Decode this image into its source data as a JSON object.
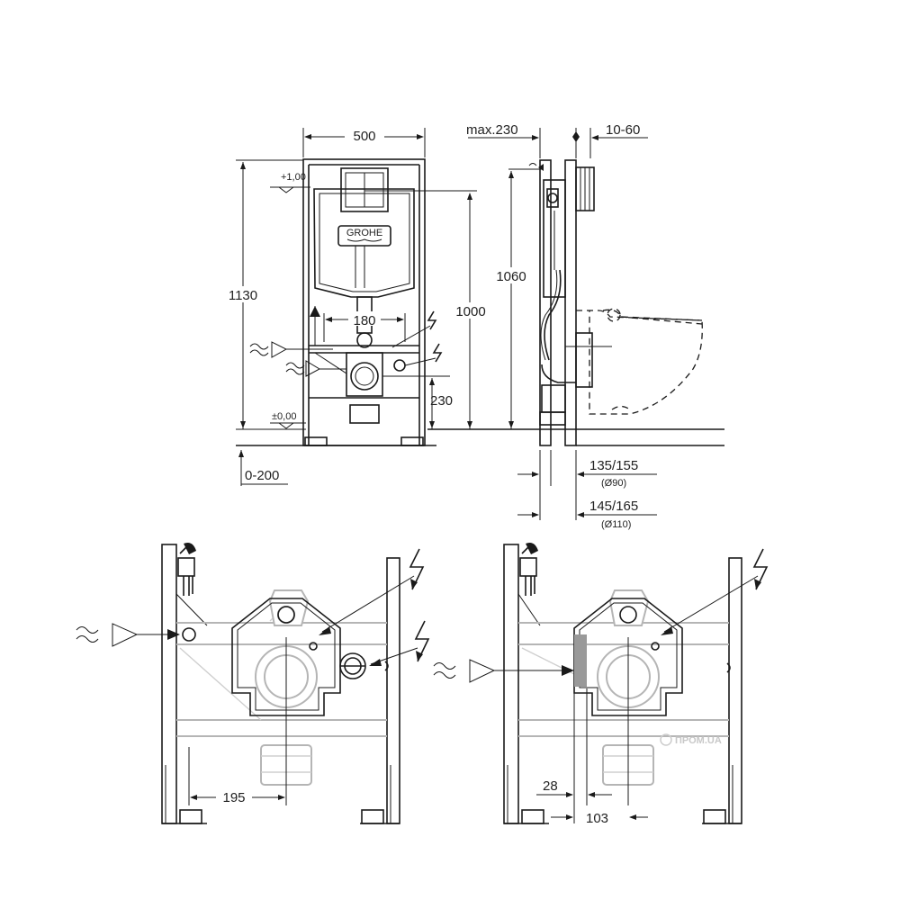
{
  "front_view": {
    "width_dim": "500",
    "height_dim": "1130",
    "level_top": "+1,00",
    "level_bottom": "±0,00",
    "spacing_dim": "180",
    "height_1000": "1000",
    "height_230": "230",
    "adjust_dim": "0-200",
    "brand_logo": "GROHE"
  },
  "side_view": {
    "max_dim": "max.230",
    "wall_dim": "10-60",
    "height_dim": "1060",
    "depth_1": "135/155",
    "depth_1_note": "(Ø90)",
    "depth_2": "145/165",
    "depth_2_note": "(Ø110)"
  },
  "detail_left": {
    "offset_dim": "195"
  },
  "detail_right": {
    "offset_small": "28",
    "offset_large": "103"
  },
  "watermark": "ПРОМ.UA",
  "icons": [
    "water-inlet-arrow-icon",
    "power-bolt-icon",
    "level-triangle-icon"
  ],
  "colors": {
    "line": "#1a1a1a",
    "ghost": "#b5b5b5",
    "highlight": "#999999"
  }
}
